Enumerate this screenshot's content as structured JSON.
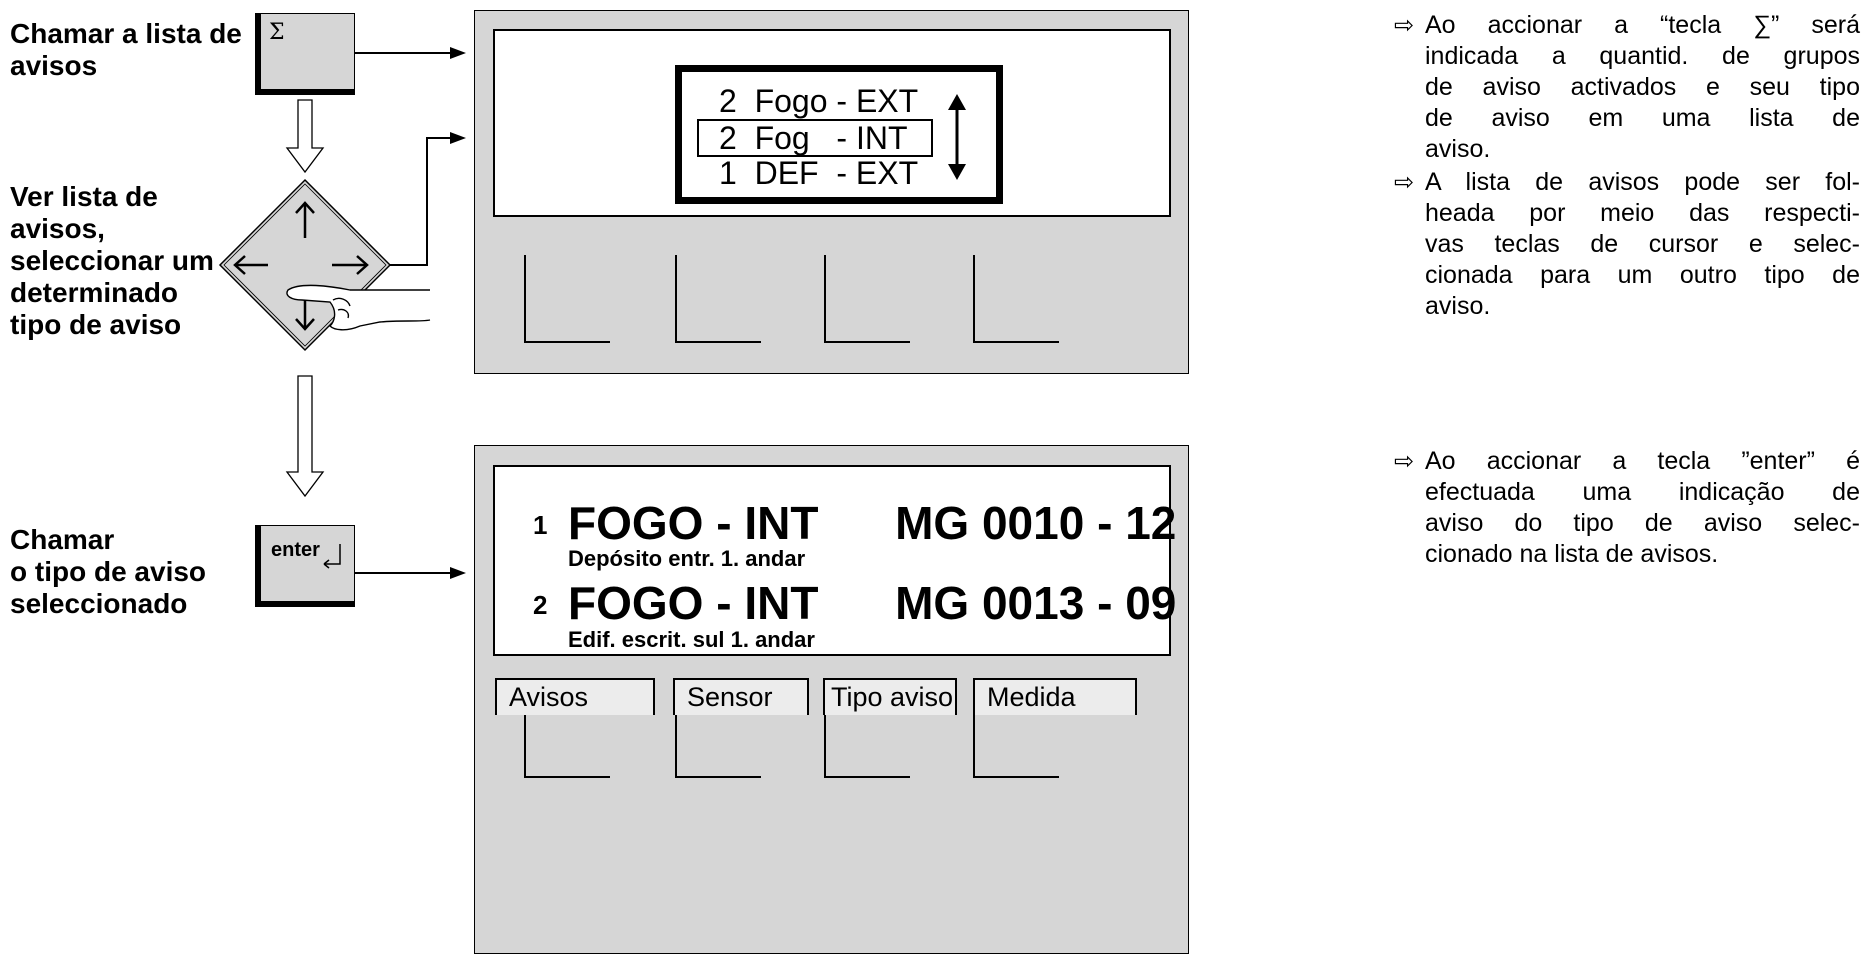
{
  "steps": {
    "call_list": [
      "Chamar a lista de",
      "avisos"
    ],
    "view_list": [
      "Ver lista de",
      "avisos,",
      "seleccionar um",
      "determinado",
      "tipo de aviso"
    ],
    "call_type": [
      "Chamar",
      "o tipo de aviso",
      "seleccionado"
    ]
  },
  "keys": {
    "sigma_label": "Σ",
    "enter_label": "enter",
    "cursor_icons": [
      "arrow-up-icon",
      "arrow-left-icon",
      "arrow-right-icon",
      "arrow-down-icon"
    ]
  },
  "display_top": {
    "lines": [
      "2  Fogo - EXT",
      "2  Fog   - INT",
      "1  DEF  - EXT"
    ],
    "selected_index": 1
  },
  "display_bottom": {
    "messages": [
      {
        "number": "1",
        "main": "FOGO - INT      MG 0010 - 12",
        "sub": "Depósito entr. 1. andar"
      },
      {
        "number": "2",
        "main": "FOGO - INT      MG 0013 - 09",
        "sub": "Edif. escrit. sul 1. andar"
      }
    ],
    "softkeys": [
      "Avisos",
      "Sensor",
      "Tipo aviso",
      "Medida"
    ]
  },
  "descriptions": {
    "arrow_symbol": "⇨",
    "d1": [
      "Ao accionar a “tecla  ∑” será",
      "indicada a quantid. de grupos",
      "de aviso activados e seu tipo",
      "de aviso em uma lista de",
      "aviso."
    ],
    "d2": [
      "A lista de avisos pode ser fol-",
      "heada por meio das respecti-",
      "vas teclas de cursor e selec-",
      "cionada para um outro tipo de",
      "aviso."
    ],
    "d3": [
      "Ao accionar a tecla ”enter” é",
      "efectuada uma indicação de",
      "aviso do tipo de aviso selec-",
      "cionado na lista de avisos."
    ]
  }
}
